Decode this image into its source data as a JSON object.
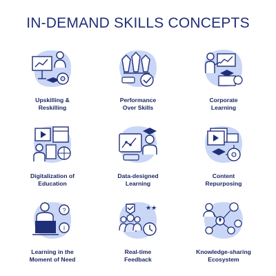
{
  "title": "IN-DEMAND SKILLS CONCEPTS",
  "colors": {
    "title": "#1f2f78",
    "label": "#1c2760",
    "stroke": "#1f2f78",
    "blob": "#c9d6f6",
    "fill_light": "#dfe7fb",
    "background": "#ffffff"
  },
  "concepts": [
    {
      "line1": "Upskilling &",
      "line2": "Reskilling",
      "icon": "presentation-gear-icon"
    },
    {
      "line1": "Performance",
      "line2": "Over Skills",
      "icon": "raised-hands-check-icon"
    },
    {
      "line1": "Corporate",
      "line2": "Learning",
      "icon": "teacher-board-icon"
    },
    {
      "line1": "Digitalization of",
      "line2": "Education",
      "icon": "video-lesson-icon"
    },
    {
      "line1": "Data-designed",
      "line2": "Learning",
      "icon": "chart-graduate-icon"
    },
    {
      "line1": "Content",
      "line2": "Repurposing",
      "icon": "content-network-icon"
    },
    {
      "line1": "Learning in the",
      "line2": "Moment of Need",
      "icon": "laptop-learner-icon"
    },
    {
      "line1": "Real-time",
      "line2": "Feedback",
      "icon": "feedback-clock-icon"
    },
    {
      "line1": "Knowledge-sharing",
      "line2": "Ecosystem",
      "icon": "people-network-icon"
    }
  ]
}
